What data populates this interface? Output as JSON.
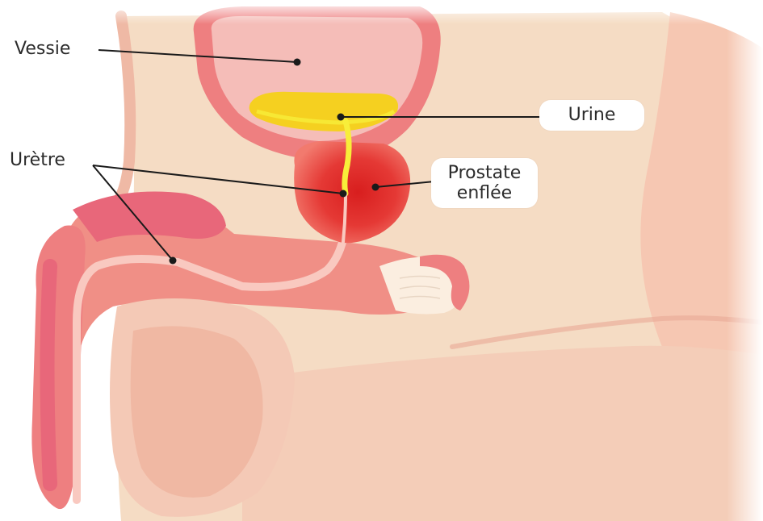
{
  "labels": {
    "vessie": "Vessie",
    "urine": "Urine",
    "uretre": "Urètre",
    "prostate_line1": "Prostate",
    "prostate_line2": "enflée"
  },
  "colors": {
    "skin": "#f5dcc4",
    "skin_dark": "#f3c4ae",
    "tissue_pink": "#f08f86",
    "tissue_red": "#e8677a",
    "bladder_wall": "#ee7f80",
    "bladder_inner": "#f5bdb8",
    "urine": "#f5d020",
    "urine_stream": "#f8ee3a",
    "prostate": "#e53935",
    "prostate_glow": "#f27a6e",
    "urethra": "#f9c9c0",
    "text": "#2b2b2b",
    "leader": "#1a1a1a"
  }
}
